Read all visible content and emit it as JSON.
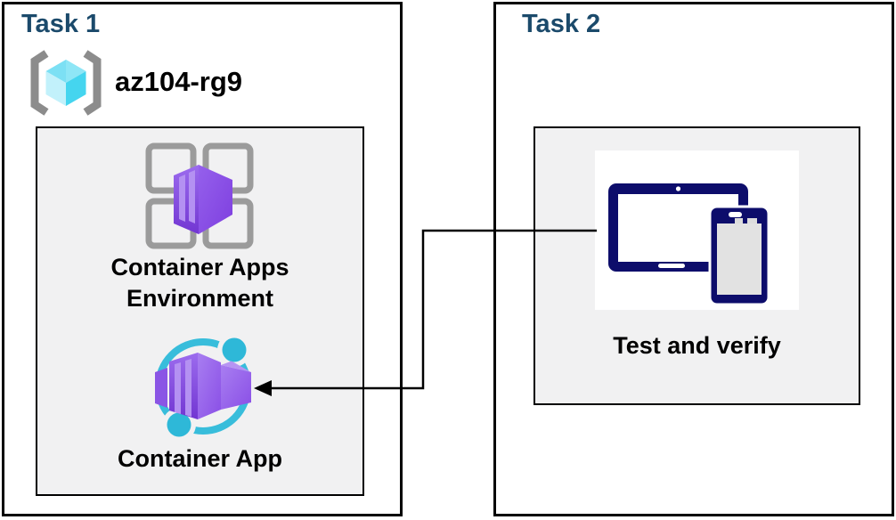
{
  "task1": {
    "title": "Task 1",
    "resource_group_name": "az104-rg9",
    "nodes": [
      {
        "label": "Container Apps Environment",
        "icon": "container-apps-environment-icon"
      },
      {
        "label": "Container App",
        "icon": "container-app-icon"
      }
    ]
  },
  "task2": {
    "title": "Task 2",
    "nodes": [
      {
        "label": "Test and verify",
        "icon": "tablet-phone-devices-icon"
      }
    ]
  },
  "connector": {
    "type": "elbow-arrow",
    "from_label": "Test and verify",
    "to_label": "Container App"
  },
  "colors": {
    "title_blue": "#1B4A6B",
    "panel_gray": "#F1F1F2",
    "border_black": "#000000",
    "azure_cyan": "#38BDDB",
    "azure_cyan_dot": "#2EB8D8",
    "azure_purple": "#7B45D9",
    "azure_purple_light": "#B491F2",
    "device_navy": "#0D0D6B",
    "bracket_gray": "#8C8C8C",
    "cube_cyan_top": "#7CE0F4",
    "cube_cyan_left": "#C2F1FB",
    "cube_cyan_right": "#45D5EF",
    "grid_gray": "#9B9B9B"
  }
}
